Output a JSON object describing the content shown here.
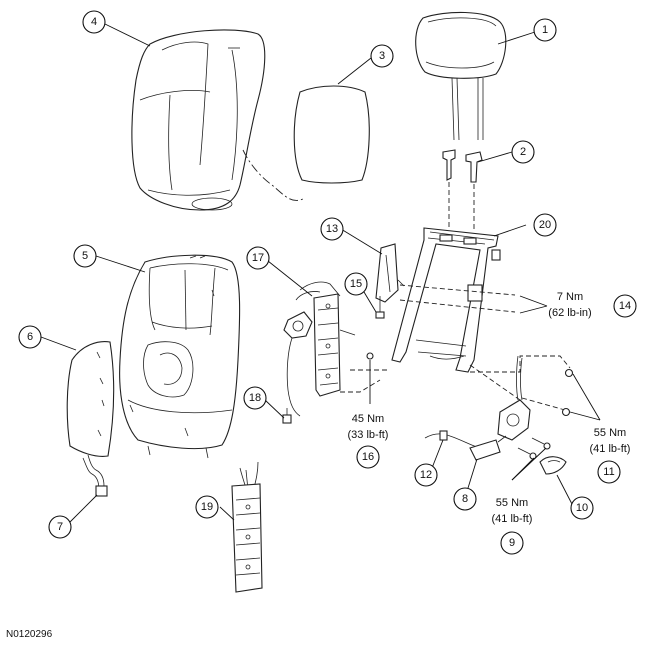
{
  "figure_id": "N0120296",
  "callouts": [
    "1",
    "2",
    "3",
    "4",
    "5",
    "6",
    "7",
    "8",
    "9",
    "10",
    "11",
    "12",
    "13",
    "14",
    "15",
    "16",
    "17",
    "18",
    "19",
    "20"
  ],
  "torque_specs": {
    "spec_14": {
      "line1": "7 Nm",
      "line2": "(62 lb-in)"
    },
    "spec_16": {
      "line1": "45 Nm",
      "line2": "(33 lb-ft)"
    },
    "spec_11": {
      "line1": "55 Nm",
      "line2": "(41 lb-ft)"
    },
    "spec_9": {
      "line1": "55 Nm",
      "line2": "(41 lb-ft)"
    }
  }
}
